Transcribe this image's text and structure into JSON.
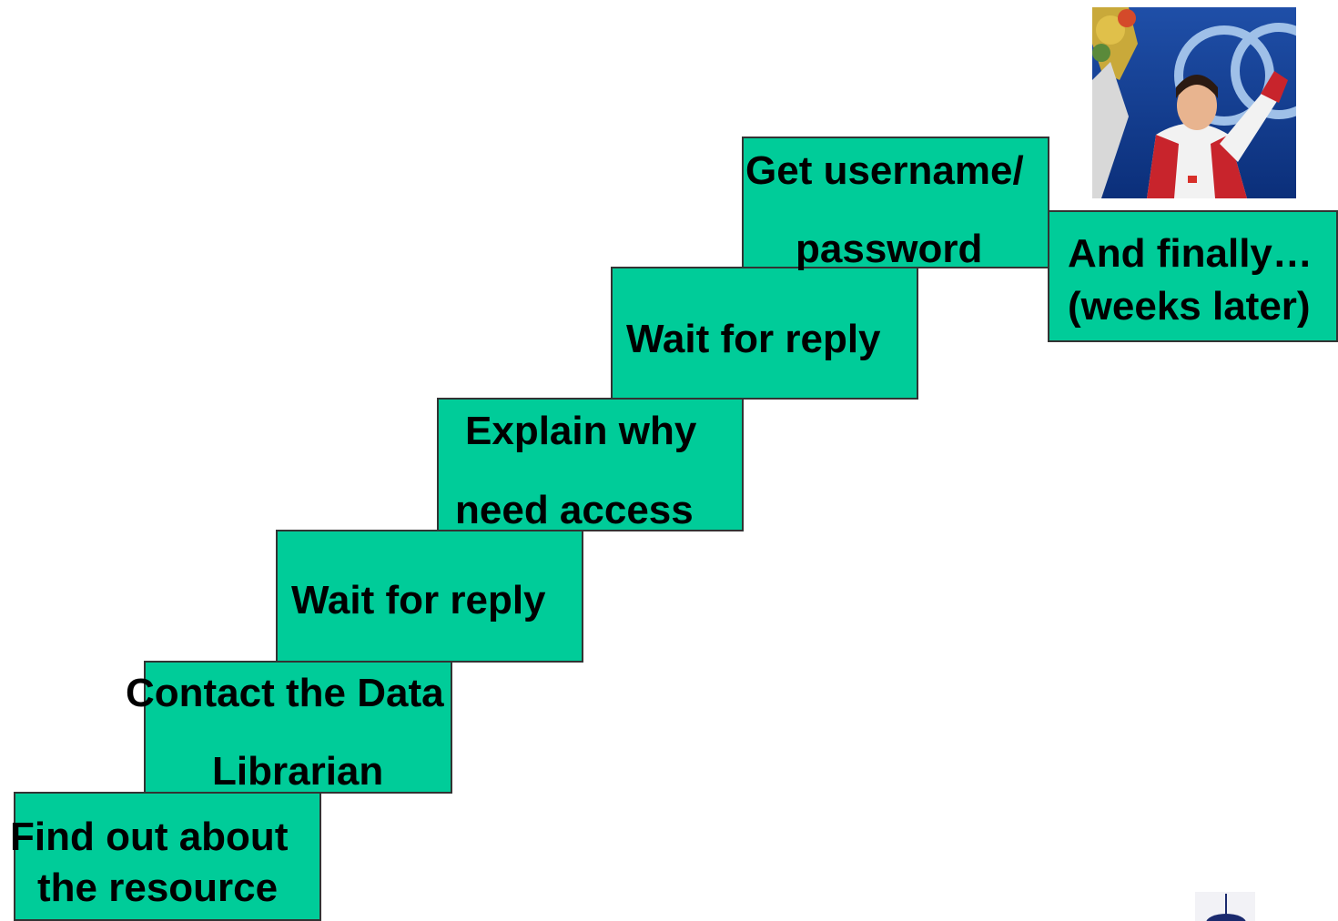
{
  "colors": {
    "step_fill": "#00CC99",
    "step_border": "#333333",
    "text": "#000000"
  },
  "steps": [
    {
      "lines": [
        "Find out about",
        "the resource"
      ]
    },
    {
      "lines": [
        "Contact the Data",
        "Librarian"
      ]
    },
    {
      "lines": [
        "Wait for reply"
      ]
    },
    {
      "lines": [
        "Explain why",
        "need access"
      ]
    },
    {
      "lines": [
        "Wait for reply"
      ]
    },
    {
      "lines": [
        "Get username/",
        "password"
      ]
    },
    {
      "lines": [
        "And finally…",
        "(weeks later)"
      ]
    }
  ],
  "images": {
    "photo": "photo of an athlete in a red and white jacket raising a bouquet and a medal, Olympic rings in the background",
    "logo": "partial circular logo with a vertical line"
  }
}
